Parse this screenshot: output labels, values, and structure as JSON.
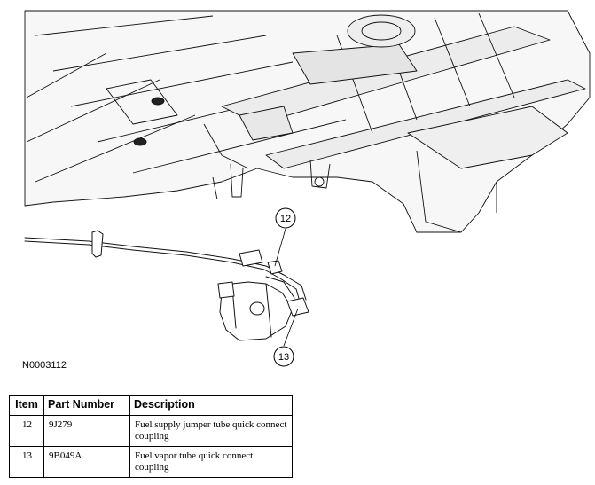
{
  "figure": {
    "id": "N0003112",
    "callouts": [
      "12",
      "13"
    ]
  },
  "table": {
    "headers": [
      "Item",
      "Part Number",
      "Description"
    ],
    "rows": [
      {
        "item": "12",
        "part_number": "9J279",
        "description": "Fuel supply jumper tube quick connect coupling"
      },
      {
        "item": "13",
        "part_number": "9B049A",
        "description": "Fuel vapor tube quick connect coupling"
      }
    ]
  }
}
